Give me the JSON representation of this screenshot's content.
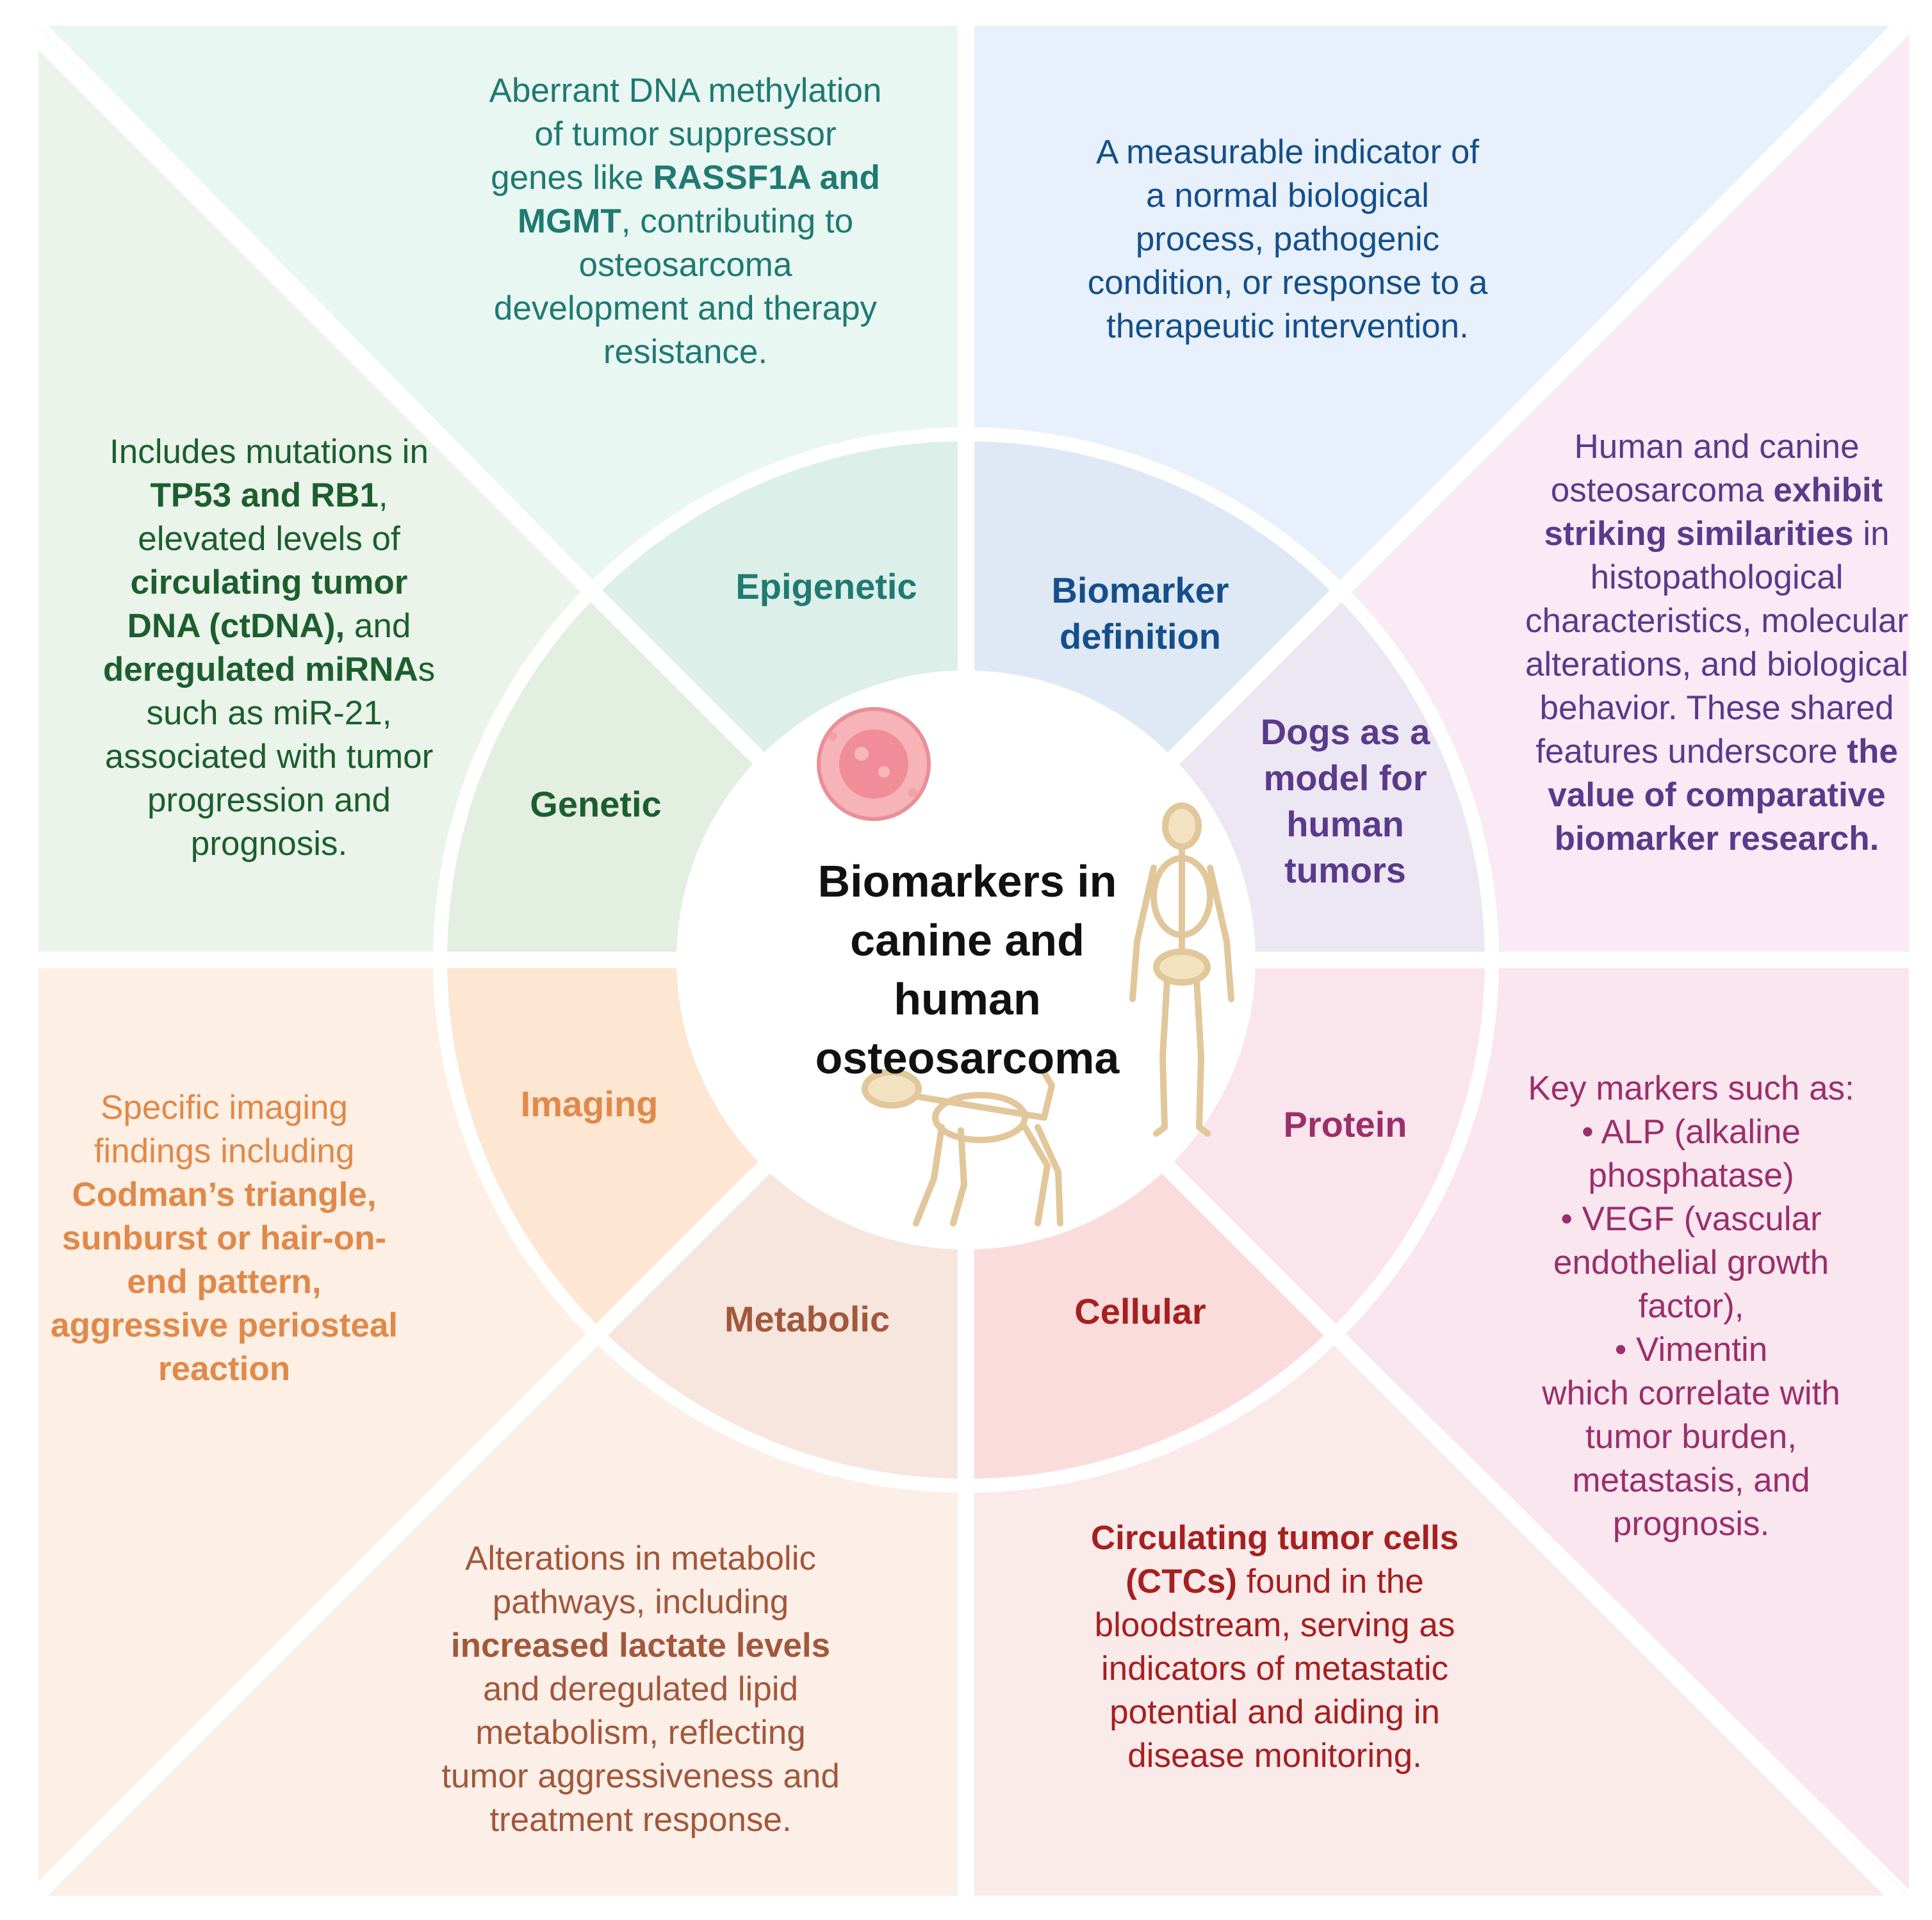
{
  "center_title": "Biomarkers in canine and human osteosarcoma",
  "colors": {
    "epigenetic": "#1f7a72",
    "biomarker_definition": "#154f8a",
    "dogs_model": "#5a3a8a",
    "protein": "#9b2f6a",
    "cellular": "#a5201f",
    "metabolic": "#a2583c",
    "imaging": "#e0894a",
    "genetic": "#1c5e2e"
  },
  "categories": {
    "epigenetic": "Epigenetic",
    "biomarker_definition_line1": "Biomarker",
    "biomarker_definition_line2": "definition",
    "dogs_model_line1": "Dogs as a",
    "dogs_model_line2": "model for",
    "dogs_model_line3": "human",
    "dogs_model_line4": "tumors",
    "protein": "Protein",
    "cellular": "Cellular",
    "metabolic": "Metabolic",
    "imaging": "Imaging",
    "genetic": "Genetic"
  },
  "descriptions": {
    "epigenetic": {
      "p1": "Aberrant DNA methylation of tumor suppressor genes like ",
      "b1": "RASSF1A and MGMT",
      "p2": ", contributing to osteosarcoma development and therapy resistance."
    },
    "biomarker_definition": {
      "p1": "A measurable indicator of a normal biological process, pathogenic condition, or response to a therapeutic intervention."
    },
    "dogs_model": {
      "p1": "Human and canine osteosarcoma ",
      "b1": "exhibit striking similarities",
      "p2": " in histopathological characteristics, molecular alterations, and biological behavior. These shared features underscore ",
      "b2": "the value of comparative biomarker research."
    },
    "protein": {
      "intro": "Key markers such as:",
      "items": [
        "ALP (alkaline phosphatase)",
        "VEGF (vascular endothelial growth factor),",
        "Vimentin"
      ],
      "outro": "which correlate with tumor burden, metastasis, and prognosis."
    },
    "cellular": {
      "b1": "Circulating tumor cells (CTCs)",
      "p1": " found in the bloodstream, serving as indicators of metastatic potential and aiding in disease monitoring."
    },
    "metabolic": {
      "p1": "Alterations in metabolic pathways, including ",
      "b1": "increased lactate levels",
      "p2": " and deregulated lipid metabolism, reflecting tumor aggressiveness and treatment response."
    },
    "imaging": {
      "p1": "Specific imaging findings including ",
      "b1": "Codman’s triangle, sunburst or hair-on-end pattern, aggressive periosteal reaction"
    },
    "genetic": {
      "p1": "Includes mutations in ",
      "b1": "TP53 and RB1",
      "p2": ", elevated levels of ",
      "b2": "circulating tumor DNA (ctDNA),",
      "p3": " and ",
      "b3": "deregulated miRNA",
      "p4": "s such as miR-21, associated with tumor progression and prognosis."
    }
  }
}
